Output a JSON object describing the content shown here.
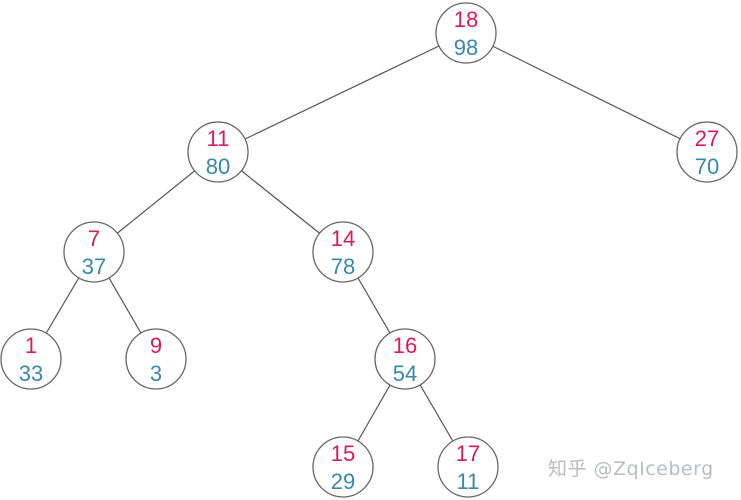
{
  "colors": {
    "key": "#d81b60",
    "priority": "#3a87ad",
    "edge": "#555555",
    "node_border": "#666666",
    "watermark": "#b9bcc2"
  },
  "tree": {
    "nodes": [
      {
        "id": "n18",
        "key": "18",
        "priority": "98"
      },
      {
        "id": "n11",
        "key": "11",
        "priority": "80"
      },
      {
        "id": "n27",
        "key": "27",
        "priority": "70"
      },
      {
        "id": "n7",
        "key": "7",
        "priority": "37"
      },
      {
        "id": "n14",
        "key": "14",
        "priority": "78"
      },
      {
        "id": "n1",
        "key": "1",
        "priority": "33"
      },
      {
        "id": "n9",
        "key": "9",
        "priority": "3"
      },
      {
        "id": "n16",
        "key": "16",
        "priority": "54"
      },
      {
        "id": "n15",
        "key": "15",
        "priority": "29"
      },
      {
        "id": "n17",
        "key": "17",
        "priority": "11"
      }
    ],
    "edges": [
      {
        "from": "n18",
        "to": "n11"
      },
      {
        "from": "n18",
        "to": "n27"
      },
      {
        "from": "n11",
        "to": "n7"
      },
      {
        "from": "n11",
        "to": "n14"
      },
      {
        "from": "n7",
        "to": "n1"
      },
      {
        "from": "n7",
        "to": "n9"
      },
      {
        "from": "n14",
        "to": "n16"
      },
      {
        "from": "n16",
        "to": "n15"
      },
      {
        "from": "n16",
        "to": "n17"
      }
    ]
  },
  "watermark": {
    "text": "知乎 @ZqIceberg"
  }
}
